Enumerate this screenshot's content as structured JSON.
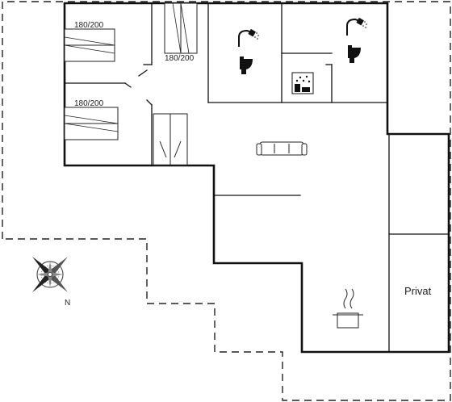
{
  "plan": {
    "beds": [
      {
        "size_label": "180/200"
      },
      {
        "size_label": "180/200"
      },
      {
        "size_label": "180/200"
      }
    ],
    "room_label": "Privat",
    "compass_label": "N"
  },
  "colors": {
    "wall": "#111111",
    "background": "#ffffff",
    "fixture": "#111111"
  },
  "icons": [
    "shower-icon",
    "toilet-icon",
    "sauna-icon",
    "sofa-icon",
    "cooking-pot-icon",
    "compass-rose-icon"
  ]
}
